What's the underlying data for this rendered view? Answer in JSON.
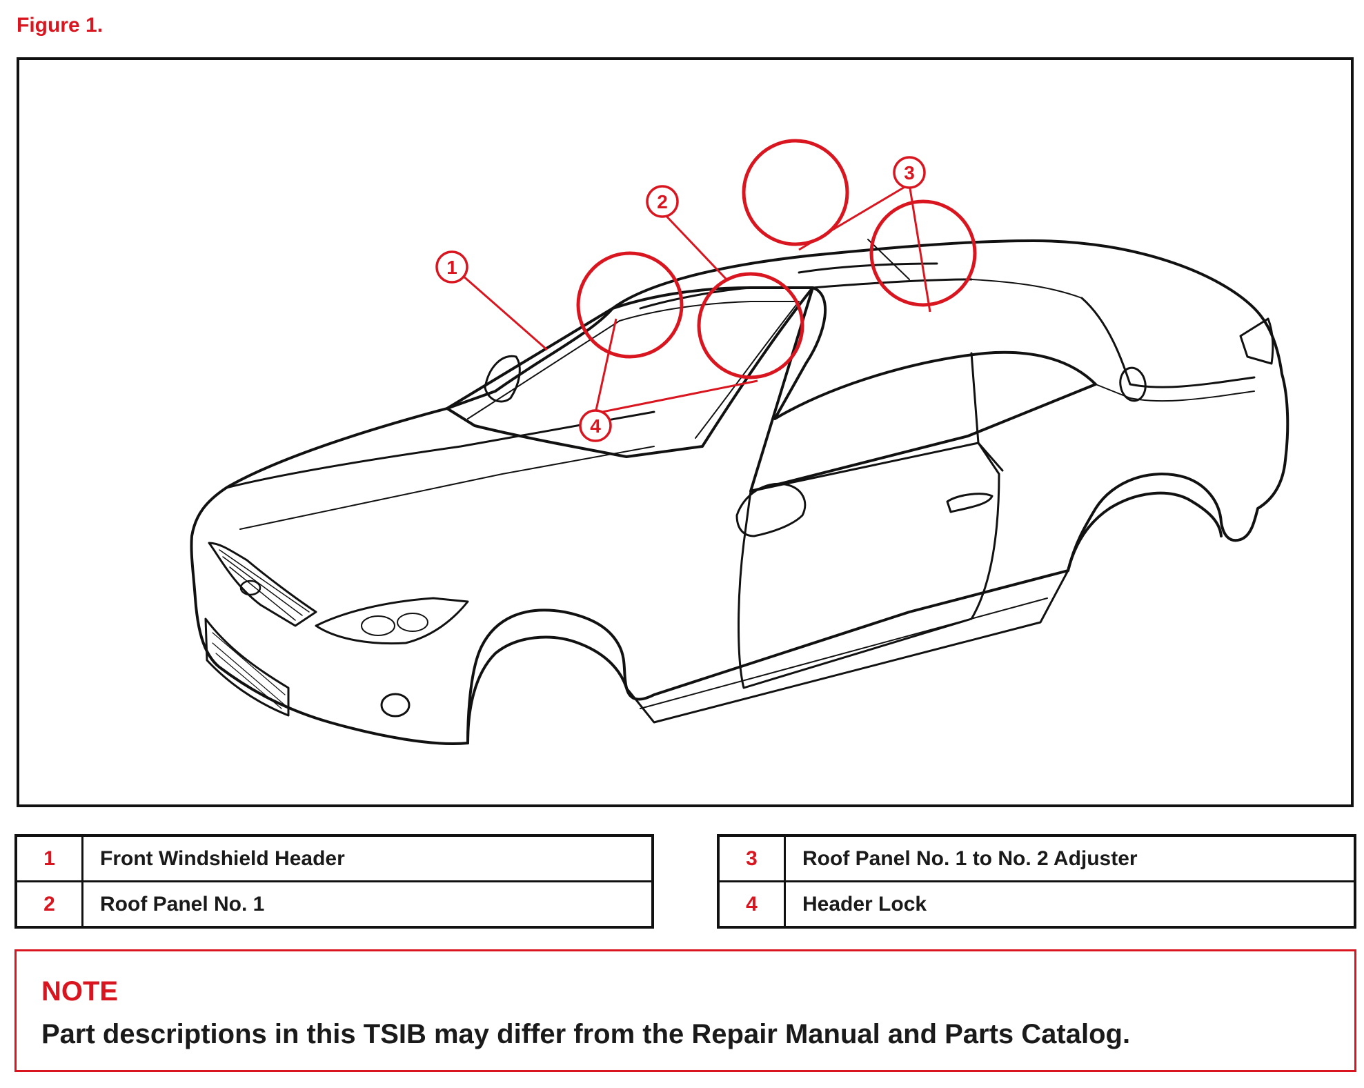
{
  "figure_label": "Figure 1.",
  "callouts": [
    {
      "number": "1",
      "description": "Front Windshield Header"
    },
    {
      "number": "2",
      "description": "Roof Panel No.  1"
    },
    {
      "number": "3",
      "description": "Roof Panel No.  1 to No.  2 Adjuster"
    },
    {
      "number": "4",
      "description": "Header Lock"
    }
  ],
  "note": {
    "title": "NOTE",
    "text": "Part descriptions in this TSIB may differ from the Repair Manual and Parts Catalog."
  },
  "colors": {
    "accent": "#d9161f",
    "line": "#111111"
  }
}
